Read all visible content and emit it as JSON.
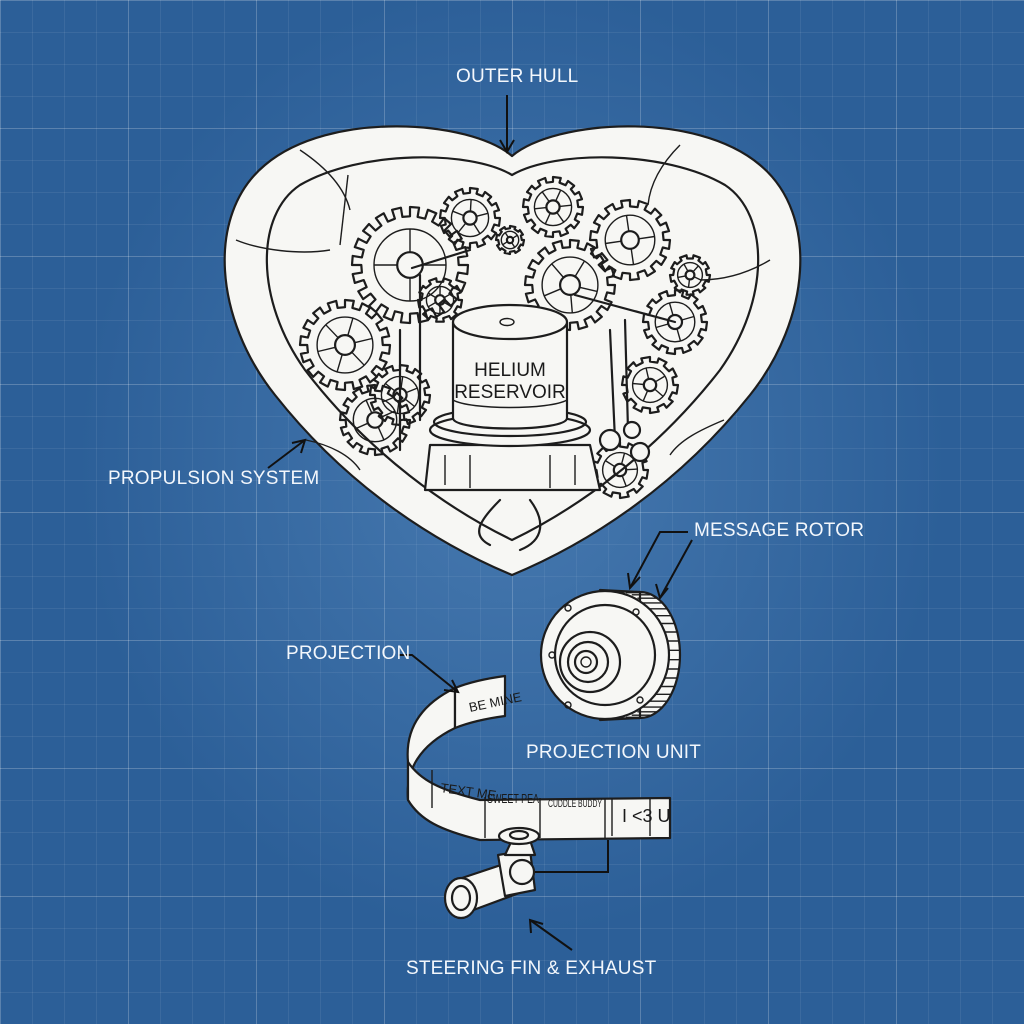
{
  "labels": {
    "outer_hull": "OUTER HULL",
    "helium_reservoir_line1": "HELIUM",
    "helium_reservoir_line2": "RESERVOIR",
    "propulsion_system": "PROPULSION SYSTEM",
    "message_rotor": "MESSAGE ROTOR",
    "projection": "PROJECTION",
    "projection_unit": "PROJECTION UNIT",
    "steering": "STEERING FIN & EXHAUST"
  },
  "ribbon_messages": [
    "BE MINE",
    "TEXT ME",
    "SWEET PEA",
    "CUDDLE BUDDY",
    "I <3 U"
  ],
  "colors": {
    "background": "#2c5f98",
    "label_text": "#f3f7fc",
    "line_art": "#1d1d1d",
    "fill": "#f7f7f4"
  }
}
